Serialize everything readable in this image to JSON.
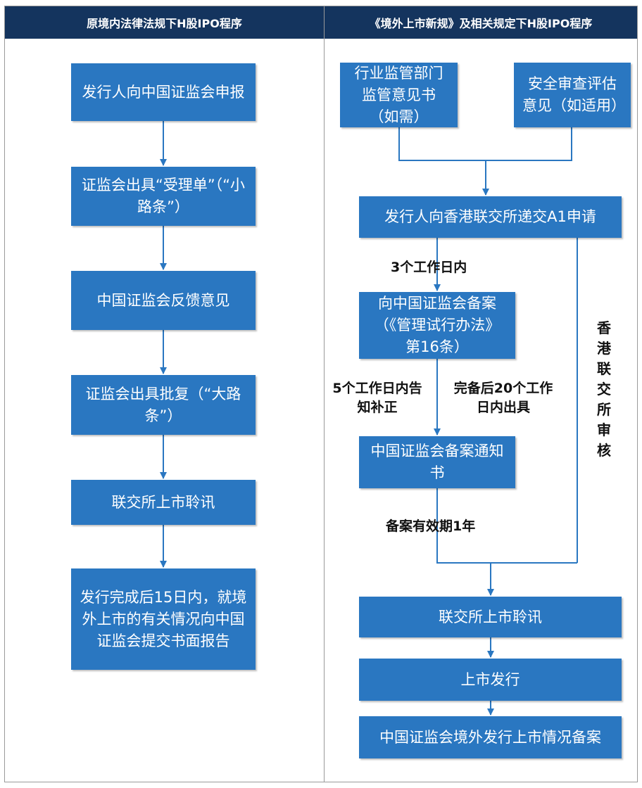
{
  "headers": {
    "left": "原境内法律法规下H股IPO程序",
    "right": "《境外上市新规》及相关规定下H股IPO程序"
  },
  "left_flow": {
    "step1": "发行人向中国证监会申报",
    "step2": "证监会出具“受理单”（“小路条”）",
    "step3": "中国证监会反馈意见",
    "step4": "证监会出具批复（“大路条”）",
    "step5": "联交所上市聆讯",
    "step6": "发行完成后15日内，就境外上市的有关情况向中国证监会提交书面报告"
  },
  "right_flow": {
    "industry_opinion": "行业监管部门监管意见书（如需）",
    "security_review": "安全审查评估意见（如适用）",
    "a1_application": "发行人向香港联交所递交A1申请",
    "within_3_days": "3个工作日内",
    "csrc_filing": "向中国证监会备案（《管理试行办法》第16条）",
    "within_5_days": "5个工作日内告知补正",
    "within_20_days": "完备后20个工作日内出具",
    "filing_notice": "中国证监会备案通知书",
    "valid_1_year": "备案有效期1年",
    "hkex_review": "香港联交所审核",
    "hearing": "联交所上市聆讯",
    "listing": "上市发行",
    "post_filing": "中国证监会境外发行上市情况备案"
  },
  "colors": {
    "header_bg": "#14345e",
    "box_bg": "#2a77c1",
    "connector": "#2a77c1"
  }
}
